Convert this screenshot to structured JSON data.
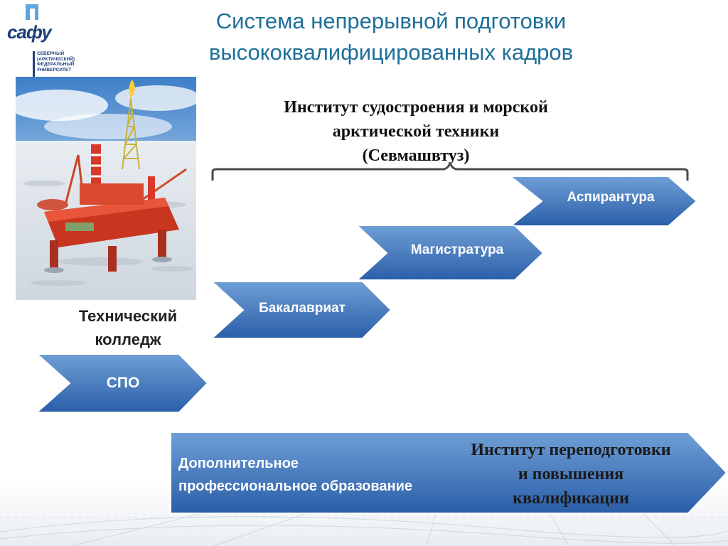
{
  "logo": {
    "wordmark": "сафу",
    "subtitle": [
      "СЕВЕРНЫЙ",
      "(АРКТИЧЕСКИЙ)",
      "ФЕДЕРАЛЬНЫЙ",
      "УНИВЕРСИТЕТ"
    ]
  },
  "title": {
    "line1": "Система непрерывной подготовки",
    "line2": "высококвалифицированных кадров"
  },
  "college": {
    "line1": "Технический",
    "line2": "колледж"
  },
  "institute": {
    "line1": "Институт судостроения и морской",
    "line2": "арктической техники",
    "line3": "(Севмашвтуз)"
  },
  "steps": {
    "spo": "СПО",
    "bachelor": "Бакалавриат",
    "master": "Магистратура",
    "postgrad": "Аспирантура"
  },
  "additional": {
    "line1": "Дополнительное",
    "line2": "профессиональное образование"
  },
  "retraining": {
    "line1": "Институт переподготовки",
    "line2": "и повышения",
    "line3": "квалификации"
  },
  "colors": {
    "arrow_light": "#6f9fd6",
    "arrow_dark": "#2a5ea8",
    "title": "#1f6f9a"
  }
}
